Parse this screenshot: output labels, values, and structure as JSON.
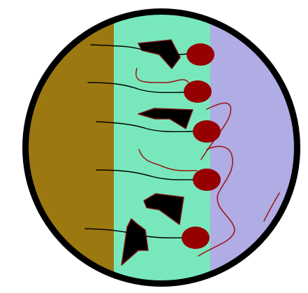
{
  "colors": {
    "background": "#ffffff",
    "rim": "#000000",
    "left_band": "#9b7810",
    "middle_band": "#78e8bc",
    "right_band": "#b0ace4",
    "particle_fill": "#000000",
    "particle_edge": "#7a1414",
    "head_fill": "#960000",
    "thread": "#9c1a1a",
    "tail": "#000000"
  },
  "icons": {
    "rim": "circle-outline",
    "particle": "irregular-polygon",
    "head": "ellipse",
    "tail": "line"
  }
}
